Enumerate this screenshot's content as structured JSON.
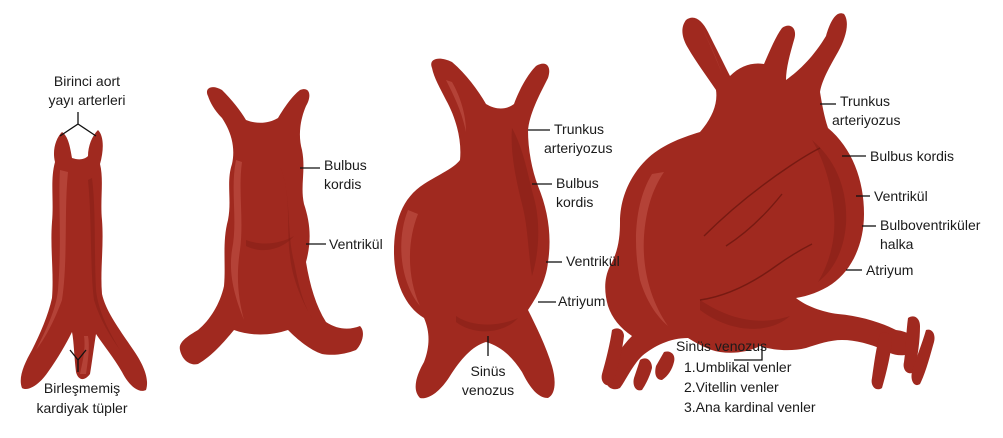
{
  "stages": [
    {
      "labels": {
        "aortic_arches_1": "Birinci aort",
        "aortic_arches_2": "yayı arterleri",
        "unfused_tubes_1": "Birleşmemiş",
        "unfused_tubes_2": "kardiyak tüpler"
      }
    },
    {
      "labels": {
        "bulbus_1": "Bulbus",
        "bulbus_2": "kordis",
        "ventricle": "Ventrikül"
      }
    },
    {
      "labels": {
        "truncus_1": "Trunkus",
        "truncus_2": "arteriyozus",
        "bulbus_1": "Bulbus",
        "bulbus_2": "kordis",
        "ventricle": "Ventrikül",
        "atrium": "Atriyum",
        "sinus_1": "Sinüs",
        "sinus_2": "venozus"
      }
    },
    {
      "labels": {
        "truncus_1": "Trunkus",
        "truncus_2": "arteriyozus",
        "bulbus": "Bulbus kordis",
        "ventricle": "Ventrikül",
        "ring_1": "Bulboventriküler",
        "ring_2": "halka",
        "atrium": "Atriyum",
        "sinus": "Sinüs venozus",
        "vein_1": "1.Umblikal venler",
        "vein_2": "2.Vitellin venler",
        "vein_3": "3.Ana kardinal venler"
      }
    }
  ],
  "colors": {
    "heart_fill": "#a0291f",
    "highlight": "#c4574a",
    "shadow": "#7e1c14"
  }
}
